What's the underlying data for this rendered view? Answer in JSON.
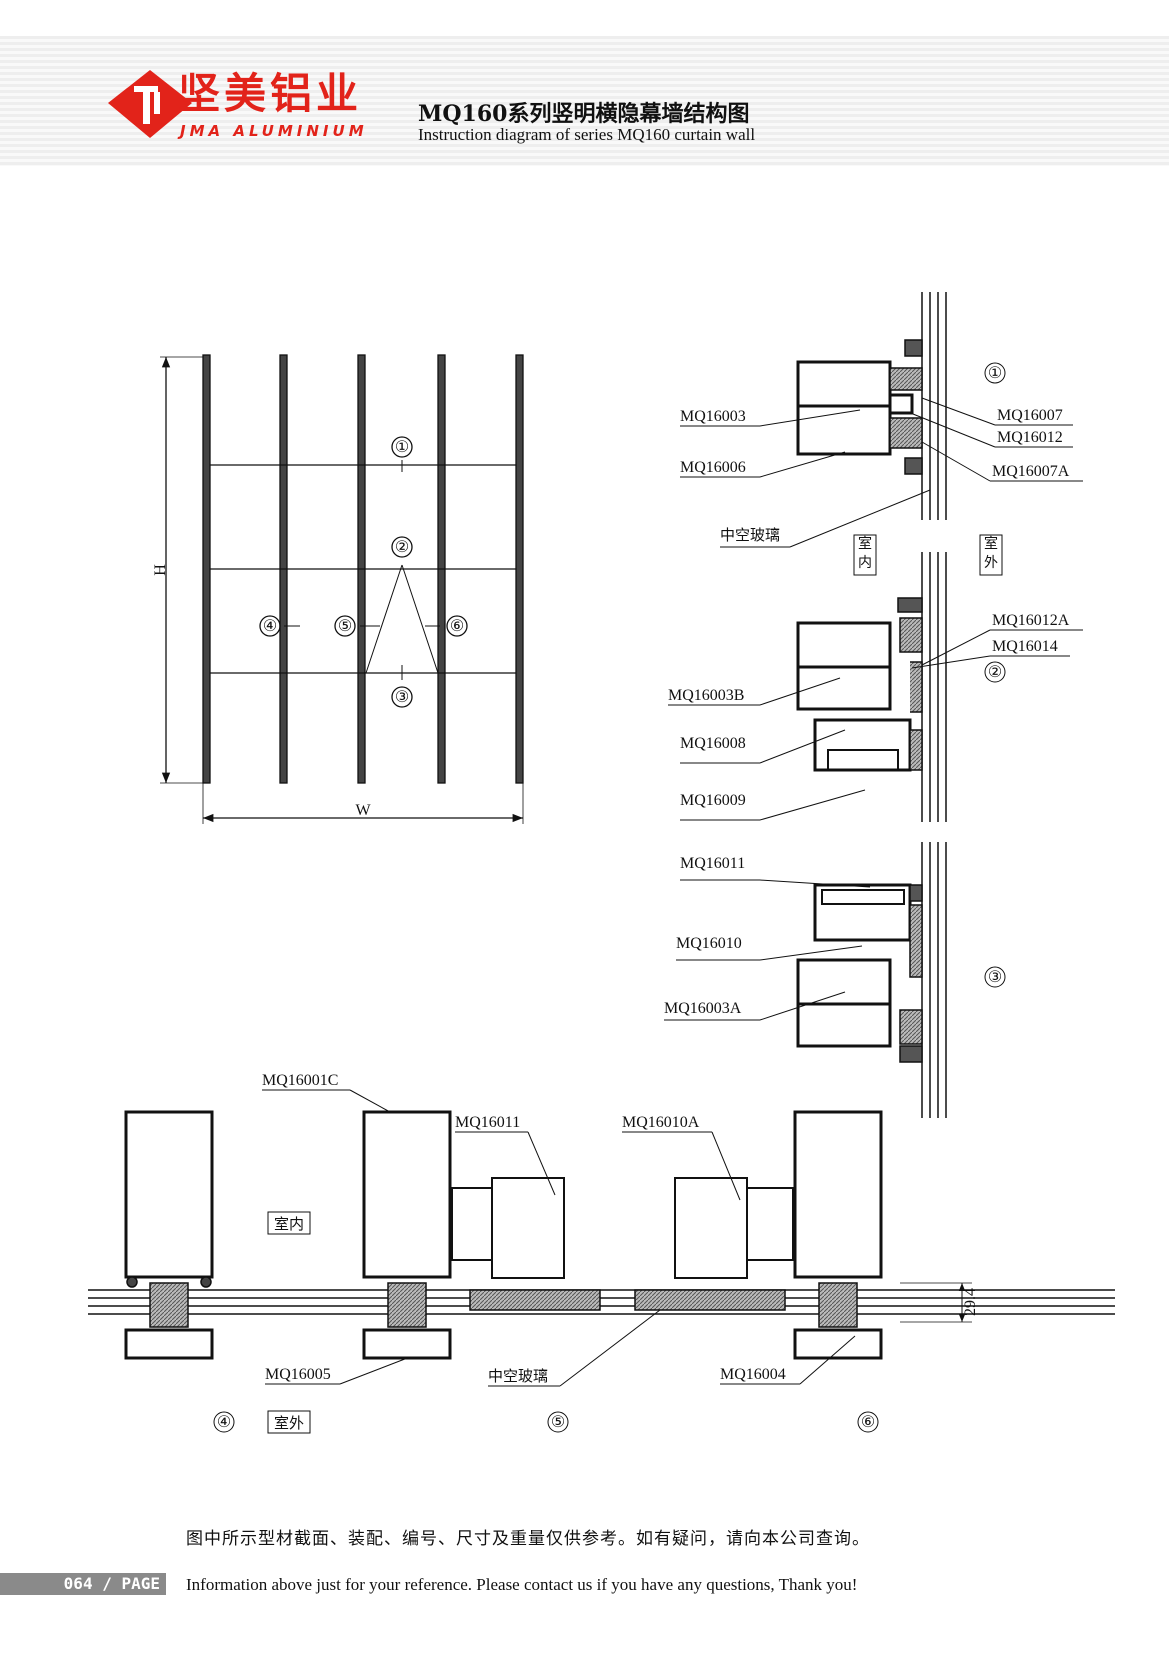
{
  "header": {
    "brand_cn": "坚美铝业",
    "brand_en": "JMA ALUMINIUM",
    "title_cn": "MQ160系列竖明横隐幕墙结构图",
    "title_en": "Instruction diagram of series MQ160 curtain wall"
  },
  "elevation": {
    "height_label": "H",
    "width_label": "W",
    "markers": [
      "①",
      "②",
      "③",
      "④",
      "⑤",
      "⑥"
    ]
  },
  "sections_right": {
    "marker_1": "①",
    "marker_2": "②",
    "marker_3": "③",
    "indoor_label": "室内",
    "outdoor_label": "室外",
    "glass_label": "中空玻璃",
    "parts": {
      "p1": "MQ16003",
      "p2": "MQ16006",
      "p3": "MQ16007",
      "p4": "MQ16012",
      "p5": "MQ16007A",
      "p6": "MQ16012A",
      "p7": "MQ16014",
      "p8": "MQ16003B",
      "p9": "MQ16008",
      "p10": "MQ16009",
      "p11": "MQ16011",
      "p12": "MQ16010",
      "p13": "MQ16003A"
    }
  },
  "sections_bottom": {
    "marker_4": "④",
    "marker_5": "⑤",
    "marker_6": "⑥",
    "indoor_label": "室内",
    "outdoor_label": "室外",
    "glass_label": "中空玻璃",
    "dimension": "29.4",
    "parts": {
      "p1": "MQ16001C",
      "p2": "MQ16011",
      "p3": "MQ16010A",
      "p4": "MQ16005",
      "p5": "MQ16004"
    }
  },
  "footer": {
    "note_cn": "图中所示型材截面、装配、编号、尺寸及重量仅供参考。如有疑问，请向本公司查询。",
    "note_en": "Information above just for your reference. Please contact us if you have any questions, Thank you!",
    "page": "064 / PAGE"
  },
  "colors": {
    "brand_red": "#e2231a",
    "line": "#111111",
    "fill_hatch": "#777777",
    "page_tag": "#8a8a8a"
  }
}
